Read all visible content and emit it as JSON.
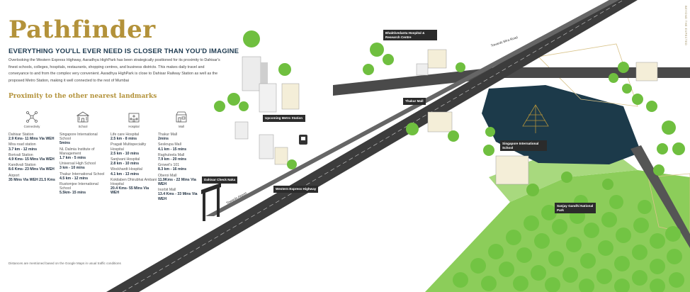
{
  "title": "Pathfinder",
  "headline": "EVERYTHING YOU'LL EVER NEED IS CLOSER THAN YOU'D IMAGINE",
  "intro": "Overlooking the Western Express Highway, Aaradhya HighPark has been strategically positioned for its proximity to Dahisar's finest schools, colleges, hospitals, restaurants, shopping centres, and business districts. This makes daily travel and conveyance to and from the complex very convenient. Aaradhya HighPark is close to Dahisar Railway Station as well as the proposed Metro Station, making it well connected to the rest of Mumbai",
  "proximity_heading": "Proximity to the other nearest landmarks",
  "categories": [
    {
      "name": "Connectivity",
      "icon": "connectivity-icon",
      "items": [
        {
          "name": "Dahisar Station",
          "dist": "2.9 Kms- 11 Mins Via WEH"
        },
        {
          "name": "Mira road station",
          "dist": "3.7 km - 12 mins"
        },
        {
          "name": "Borivali Station",
          "dist": "4.9 Kms- 15 Mins Via WEH"
        },
        {
          "name": "Kandivali Station",
          "dist": "8.6 Kms- 23 Mins Via WEH"
        },
        {
          "name": "Airport",
          "dist": "35 Mins Via WEH 21.5 Kms"
        }
      ]
    },
    {
      "name": "School",
      "icon": "school-icon",
      "items": [
        {
          "name": "Singapore International School",
          "dist": "5mins"
        },
        {
          "name": "NL Dalmia Institute of Management",
          "dist": "1.7 km - 5 mins"
        },
        {
          "name": "Universal High School",
          "dist": "3 km - 10 mins"
        },
        {
          "name": "Thakur International School",
          "dist": "4.5 km - 12 mins"
        },
        {
          "name": "Rustomjee International School",
          "dist": "5.5km- 15 mins"
        }
      ]
    },
    {
      "name": "Hospital",
      "icon": "hospital-icon",
      "items": [
        {
          "name": "Life care Hospital",
          "dist": "2.5 km - 8 mins"
        },
        {
          "name": "Pragati Multispeciality Hospital",
          "dist": "2.5 km - 10 mins"
        },
        {
          "name": "Sanjivani Hospital",
          "dist": "2.8 km - 10 mins"
        },
        {
          "name": "Wockhardt Hospital",
          "dist": "4.1 km - 13 mins"
        },
        {
          "name": "Kokilaben Dhirubhai Ambani Hospital",
          "dist": "20.4 Kms- 55 Mins Via WEH"
        }
      ]
    },
    {
      "name": "Mall",
      "icon": "mall-icon",
      "items": [
        {
          "name": "Thakur Mall",
          "dist": "2mins"
        },
        {
          "name": "Seskrupa Mall",
          "dist": "4.1 km - 15 mins"
        },
        {
          "name": "Raghuleela Mall",
          "dist": "7.9 km - 20 mins"
        },
        {
          "name": "Growel's 101",
          "dist": "8.3 km - 16 mins"
        },
        {
          "name": "Oberoi Mall",
          "dist": "11.9Kms - 22 Mins Via WEH"
        },
        {
          "name": "Inorbit Mall",
          "dist": "13.4 Kms - 33 Mins Via WEH"
        }
      ]
    }
  ],
  "footnote": "Distances are mentioned based on the Google Maps in usual traffic conditions",
  "side_text": "BEYOND THE EXPECTED",
  "map_labels": {
    "bhaktivedanta": "Bhaktivedanta Hospital & Research Centre",
    "thakur_mall": "Thakur Mall",
    "metro": "Upcoming Metro Station",
    "singapore_school": "Singapore International School",
    "dahisar_naka": "Dahisar Check Naka",
    "weh": "Western Express Highway",
    "sgnp": "Sanjay Gandhi National Park",
    "towards_mira": "Towards Mira Road",
    "towards_airport": "Towards Airport"
  },
  "colors": {
    "gold": "#b3923a",
    "navy": "#1d3a50",
    "road": "#3a3a3a",
    "lake": "#1c3a4a",
    "grass": "#7cc24a",
    "tree": "#6fbf3f"
  }
}
